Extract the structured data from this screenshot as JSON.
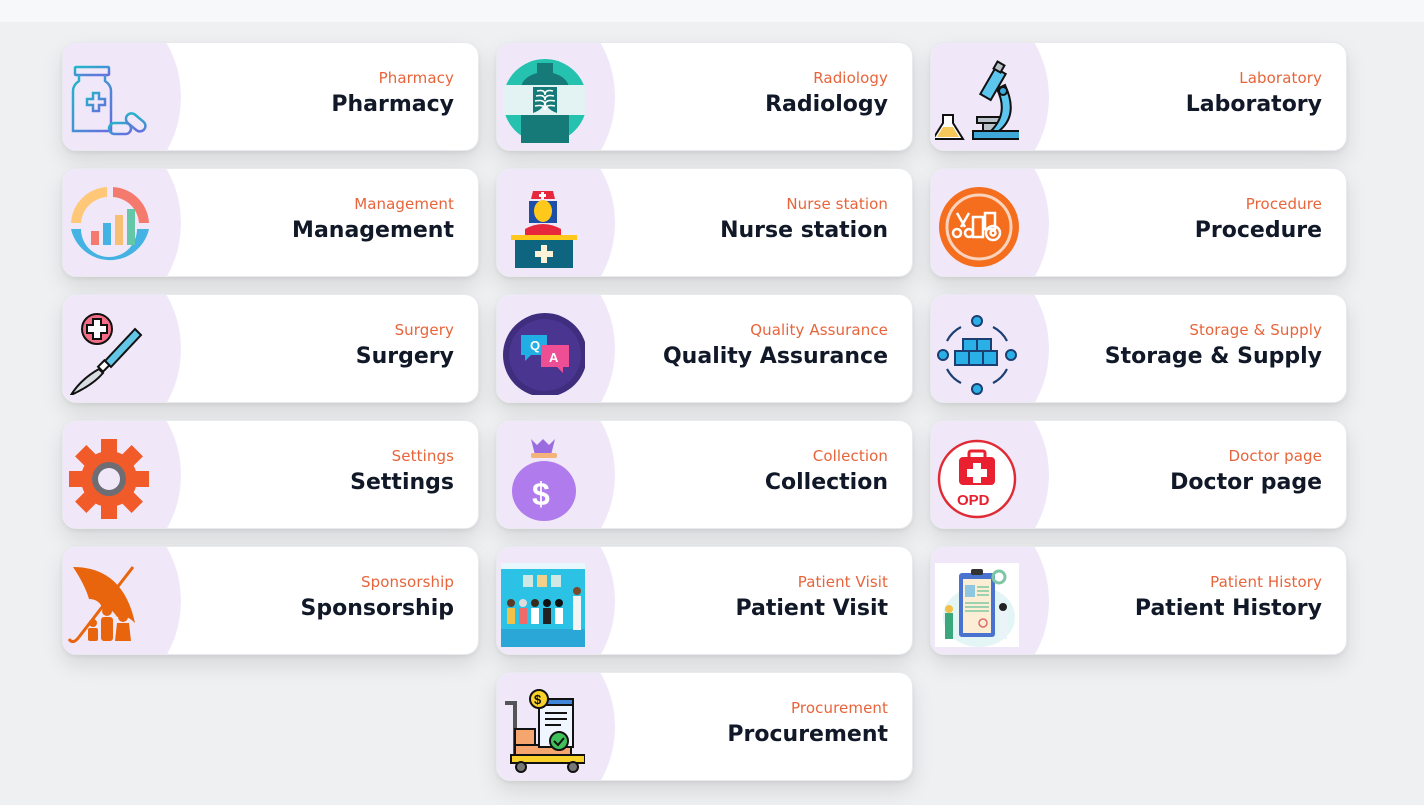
{
  "colors": {
    "background": "#eff0f2",
    "card": "#ffffff",
    "blob": "#f0e8f9",
    "subtitle": "#e8643a",
    "title": "#111827"
  },
  "modules": [
    {
      "subtitle": "Pharmacy",
      "title": "Pharmacy",
      "icon": "pill-bottle-icon"
    },
    {
      "subtitle": "Radiology",
      "title": "Radiology",
      "icon": "xray-chest-icon"
    },
    {
      "subtitle": "Laboratory",
      "title": "Laboratory",
      "icon": "microscope-icon"
    },
    {
      "subtitle": "Management",
      "title": "Management",
      "icon": "chart-ring-icon"
    },
    {
      "subtitle": "Nurse station",
      "title": "Nurse station",
      "icon": "nurse-desk-icon"
    },
    {
      "subtitle": "Procedure",
      "title": "Procedure",
      "icon": "procedure-kit-icon"
    },
    {
      "subtitle": "Surgery",
      "title": "Surgery",
      "icon": "scalpel-icon"
    },
    {
      "subtitle": "Quality Assurance",
      "title": "Quality Assurance",
      "icon": "qa-bubbles-icon"
    },
    {
      "subtitle": "Storage & Supply",
      "title": "Storage & Supply",
      "icon": "boxes-icon"
    },
    {
      "subtitle": "Settings",
      "title": "Settings",
      "icon": "gear-icon"
    },
    {
      "subtitle": "Collection",
      "title": "Collection",
      "icon": "money-bag-icon"
    },
    {
      "subtitle": "Doctor page",
      "title": "Doctor page",
      "icon": "opd-kit-icon"
    },
    {
      "subtitle": "Sponsorship",
      "title": "Sponsorship",
      "icon": "umbrella-family-icon"
    },
    {
      "subtitle": "Patient Visit",
      "title": "Patient Visit",
      "icon": "waiting-room-icon"
    },
    {
      "subtitle": "Patient History",
      "title": "Patient History",
      "icon": "clipboard-history-icon"
    },
    {
      "subtitle": "Procurement",
      "title": "Procurement",
      "icon": "procurement-cart-icon"
    }
  ]
}
